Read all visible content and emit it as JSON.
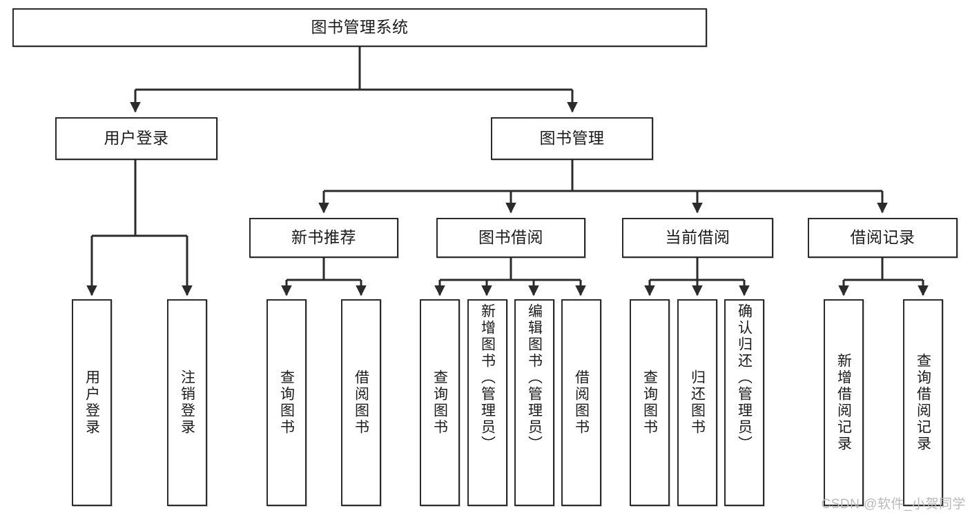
{
  "diagram": {
    "title": "图书管理系统",
    "type": "tree-hierarchy-chart",
    "orientation": "top-down",
    "line_color": "#2b2b2b",
    "box_fill": "#ffffff",
    "text_color": "#1b1b1b"
  },
  "root": {
    "label": "图书管理系统"
  },
  "level2": [
    {
      "label": "用户登录"
    },
    {
      "label": "图书管理"
    }
  ],
  "level3": [
    {
      "label": "新书推荐"
    },
    {
      "label": "图书借阅"
    },
    {
      "label": "当前借阅"
    },
    {
      "label": "借阅记录"
    }
  ],
  "leaves": {
    "user_login": [
      {
        "label": "用户登录"
      },
      {
        "label": "注销登录"
      }
    ],
    "new_book_recommend": [
      {
        "label": "查询图书"
      },
      {
        "label": "借阅图书"
      }
    ],
    "book_borrow": [
      {
        "label": "查询图书"
      },
      {
        "label": "新增图书（管理员）"
      },
      {
        "label": "编辑图书（管理员）"
      },
      {
        "label": "借阅图书"
      }
    ],
    "current_borrow": [
      {
        "label": "查询图书"
      },
      {
        "label": "归还图书"
      },
      {
        "label": "确认归还（管理员）"
      }
    ],
    "borrow_record": [
      {
        "label": "新增借阅记录"
      },
      {
        "label": "查询借阅记录"
      }
    ]
  },
  "watermark": {
    "text": "CSDN @软件_小贺同学",
    "color": "#b9b9b9"
  }
}
